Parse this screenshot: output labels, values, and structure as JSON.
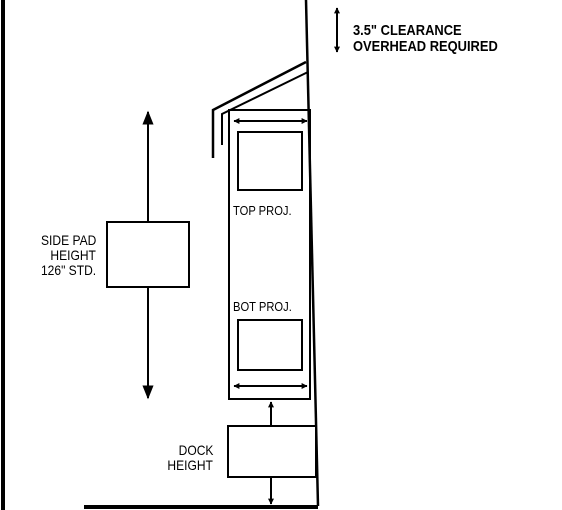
{
  "clearance": {
    "line1": "3.5\" CLEARANCE",
    "line2": "OVERHEAD REQUIRED"
  },
  "projection": {
    "top_label": "TOP PROJ.",
    "bottom_label": "BOT PROJ."
  },
  "side_pad": {
    "line1": "SIDE PAD",
    "line2": "HEIGHT",
    "line3": "126\" STD."
  },
  "dock": {
    "line1": "DOCK",
    "line2": "HEIGHT"
  }
}
